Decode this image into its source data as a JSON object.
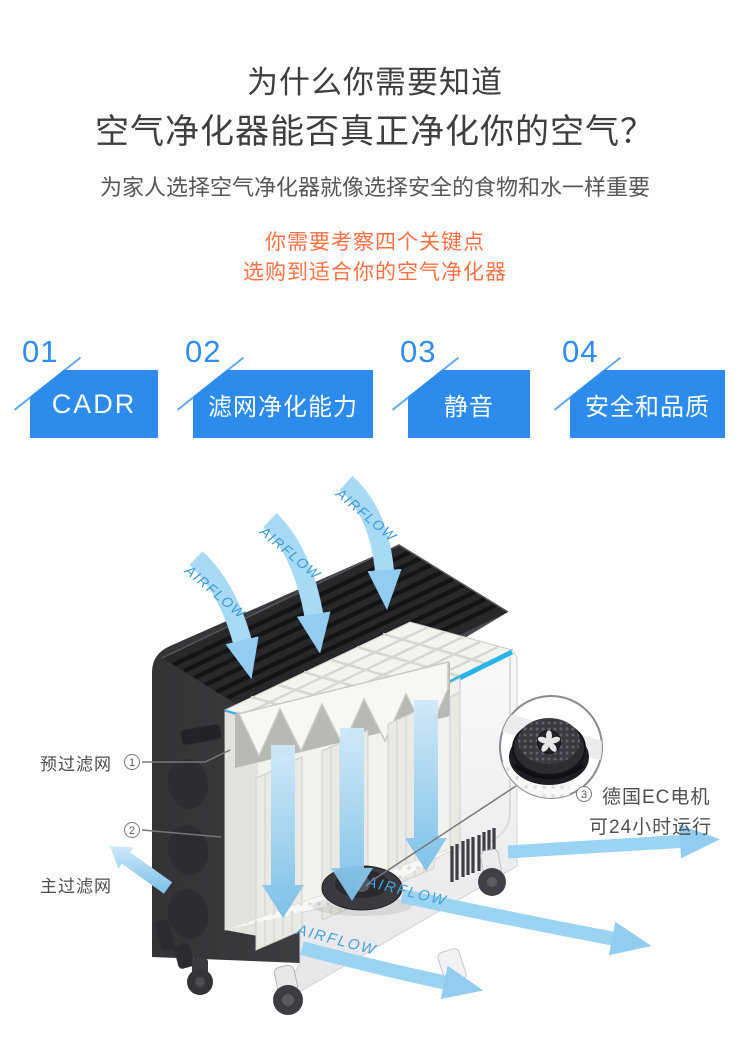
{
  "header": {
    "title_line1": "为什么你需要知道",
    "title_line2": "空气净化器能否真正净化你的空气？",
    "subtitle": "为家人选择空气净化器就像选择安全的食物和水一样重要",
    "highlight_line1": "你需要考察四个关键点",
    "highlight_line2": "选购到适合你的空气净化器"
  },
  "key_points": [
    {
      "number": "01",
      "label": "CADR"
    },
    {
      "number": "02",
      "label": "滤网净化能力"
    },
    {
      "number": "03",
      "label": "静音"
    },
    {
      "number": "04",
      "label": "安全和品质"
    }
  ],
  "diagram": {
    "airflow_label": "AIRFLOW",
    "callout_1": {
      "number": "1",
      "label": "预过滤网"
    },
    "callout_2": {
      "number": "2",
      "label": "主过滤网"
    },
    "callout_3": {
      "number": "3",
      "label_line1": "德国EC电机",
      "label_line2": "可24小时运行"
    }
  },
  "colors": {
    "accent_blue": "#2d8ceb",
    "accent_orange": "#ff7045",
    "airflow_blue": "#9bd4f3",
    "stripe_cyan": "#29b4e8"
  }
}
